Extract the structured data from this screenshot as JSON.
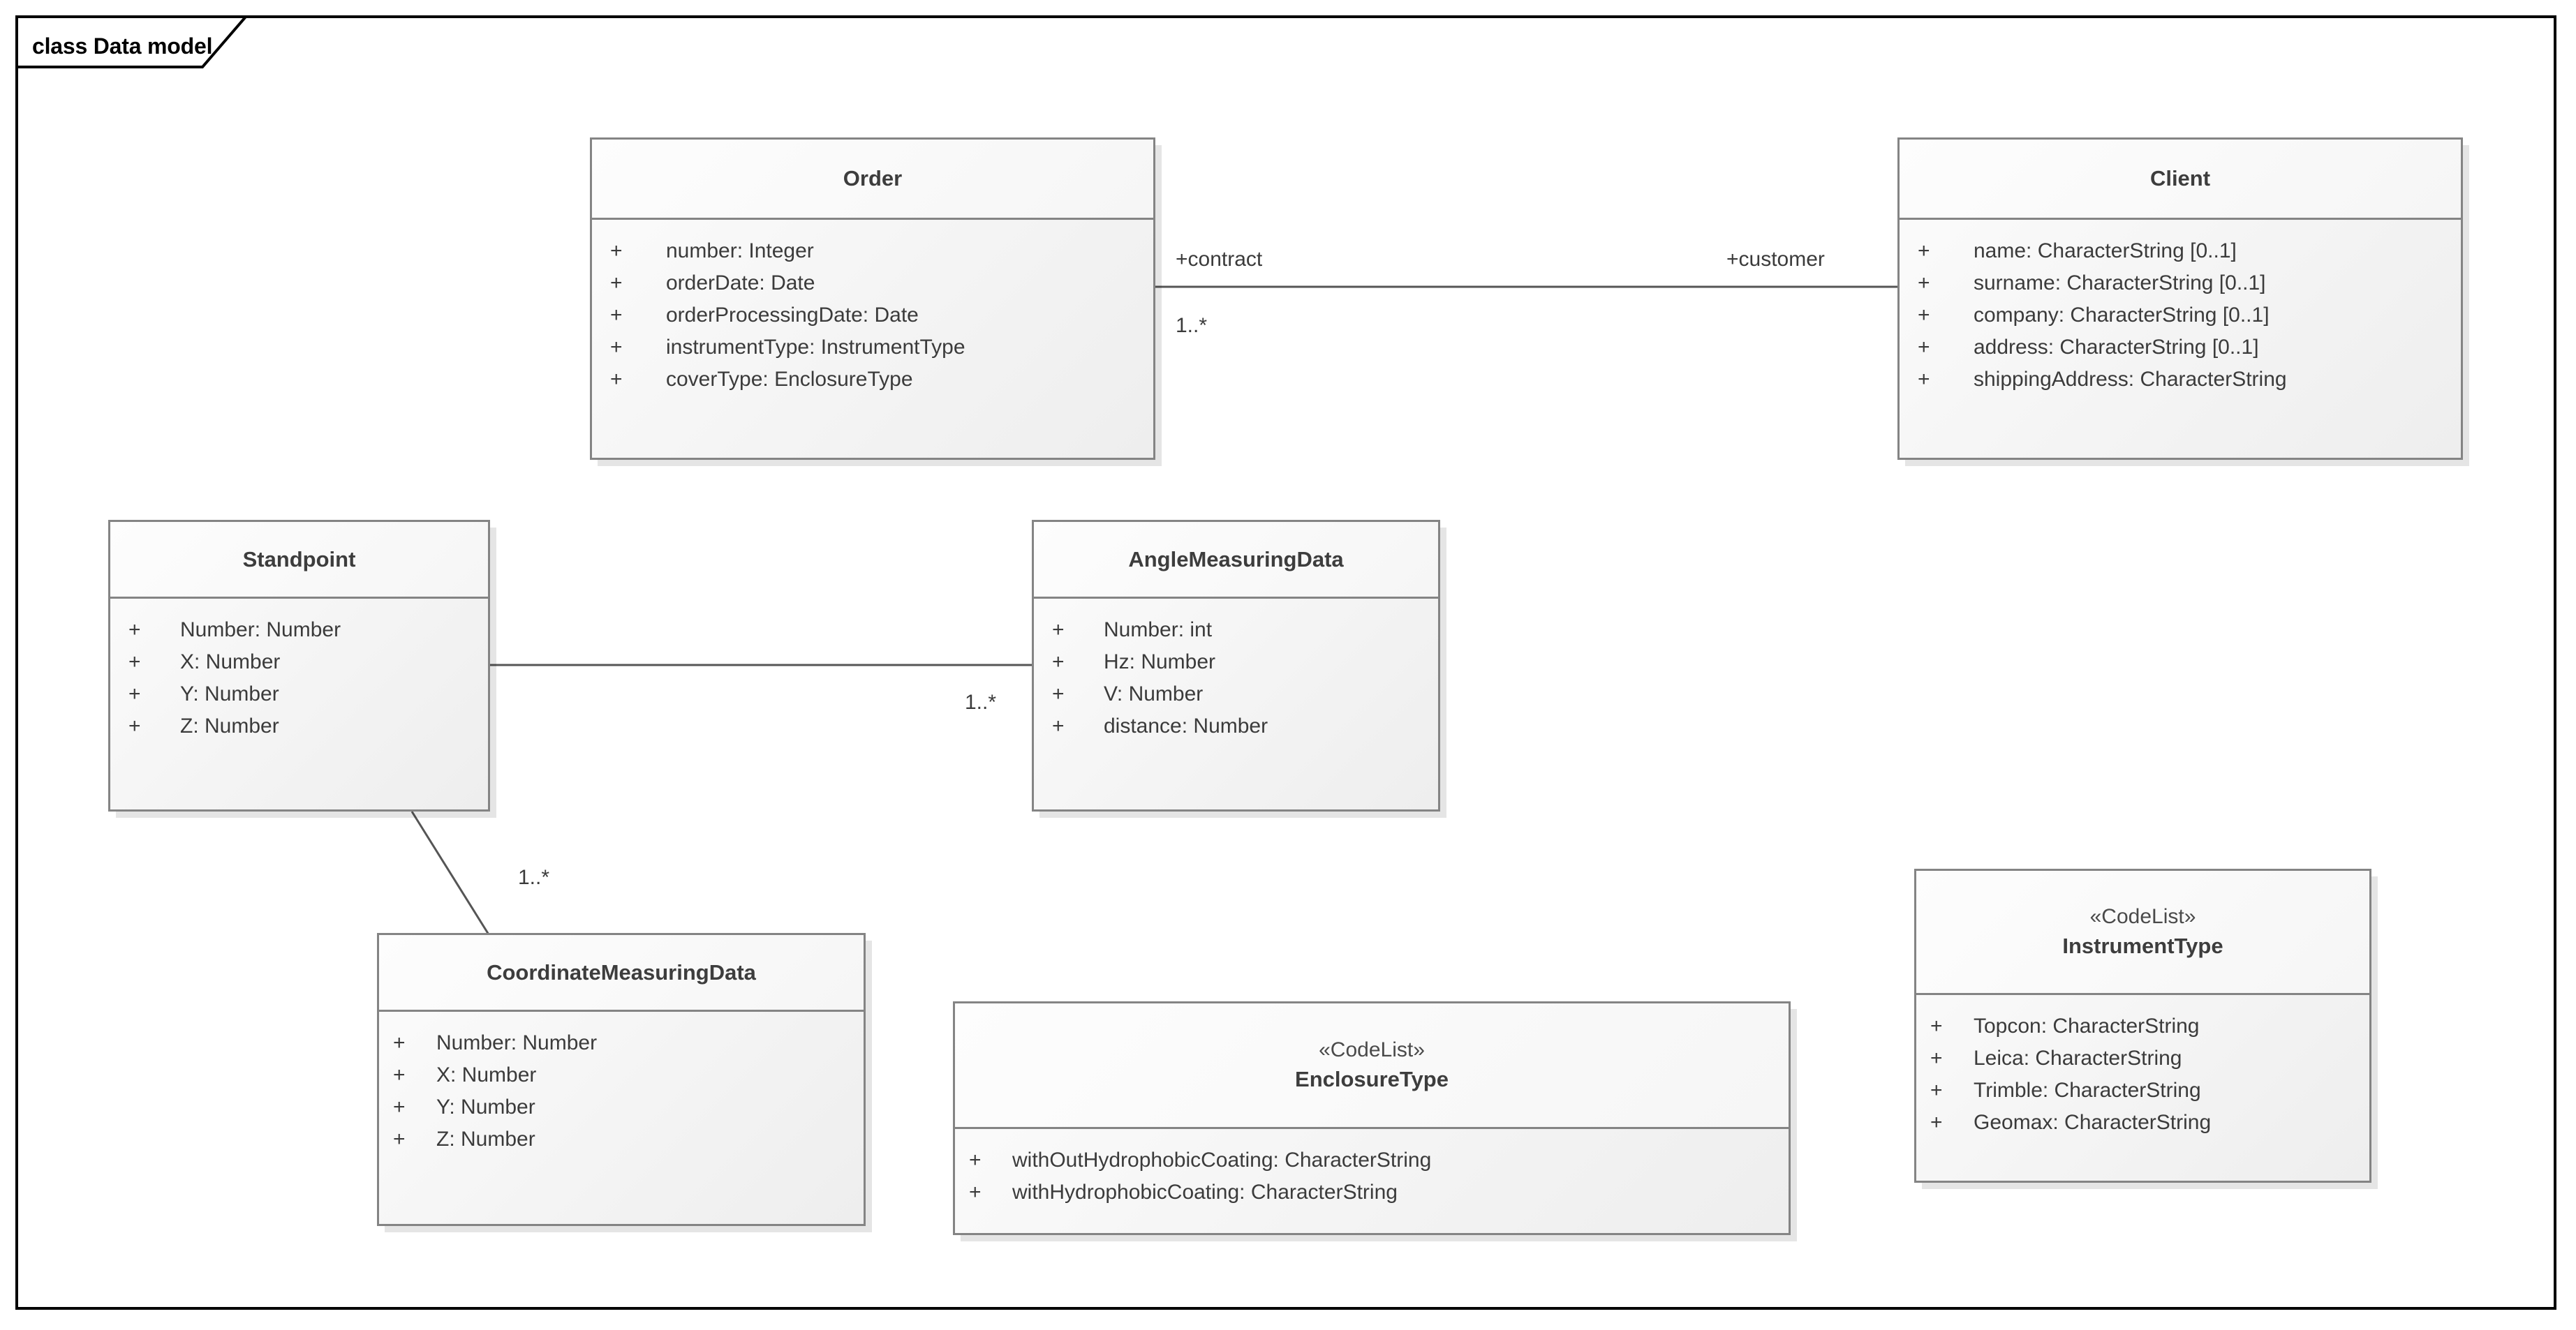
{
  "frame": {
    "label": "class Data model"
  },
  "classes": [
    {
      "id": "order",
      "name": "Order",
      "stereotype": "",
      "attributes": [
        {
          "visibility": "+",
          "text": "number: Integer"
        },
        {
          "visibility": "+",
          "text": "orderDate: Date"
        },
        {
          "visibility": "+",
          "text": "orderProcessingDate: Date"
        },
        {
          "visibility": "+",
          "text": "instrumentType: InstrumentType"
        },
        {
          "visibility": "+",
          "text": "coverType: EnclosureType"
        }
      ]
    },
    {
      "id": "client",
      "name": "Client",
      "stereotype": "",
      "attributes": [
        {
          "visibility": "+",
          "text": "name: CharacterString [0..1]"
        },
        {
          "visibility": "+",
          "text": "surname: CharacterString [0..1]"
        },
        {
          "visibility": "+",
          "text": "company: CharacterString [0..1]"
        },
        {
          "visibility": "+",
          "text": "address: CharacterString [0..1]"
        },
        {
          "visibility": "+",
          "text": "shippingAddress: CharacterString"
        }
      ]
    },
    {
      "id": "standpoint",
      "name": "Standpoint",
      "stereotype": "",
      "attributes": [
        {
          "visibility": "+",
          "text": "Number: Number"
        },
        {
          "visibility": "+",
          "text": "X: Number"
        },
        {
          "visibility": "+",
          "text": "Y: Number"
        },
        {
          "visibility": "+",
          "text": "Z: Number"
        }
      ]
    },
    {
      "id": "angle",
      "name": "AngleMeasuringData",
      "stereotype": "",
      "attributes": [
        {
          "visibility": "+",
          "text": "Number: int"
        },
        {
          "visibility": "+",
          "text": "Hz: Number"
        },
        {
          "visibility": "+",
          "text": "V: Number"
        },
        {
          "visibility": "+",
          "text": "distance: Number"
        }
      ]
    },
    {
      "id": "coordinate",
      "name": "CoordinateMeasuringData",
      "stereotype": "",
      "attributes": [
        {
          "visibility": "+",
          "text": "Number: Number"
        },
        {
          "visibility": "+",
          "text": "X: Number"
        },
        {
          "visibility": "+",
          "text": "Y: Number"
        },
        {
          "visibility": "+",
          "text": "Z: Number"
        }
      ]
    },
    {
      "id": "enclosuretype",
      "name": "EnclosureType",
      "stereotype": "«CodeList»",
      "attributes": [
        {
          "visibility": "+",
          "text": "withOutHydrophobicCoating: CharacterString"
        },
        {
          "visibility": "+",
          "text": "withHydrophobicCoating: CharacterString"
        }
      ]
    },
    {
      "id": "instrumenttype",
      "name": "InstrumentType",
      "stereotype": "«CodeList»",
      "attributes": [
        {
          "visibility": "+",
          "text": "Topcon: CharacterString"
        },
        {
          "visibility": "+",
          "text": "Leica: CharacterString"
        },
        {
          "visibility": "+",
          "text": "Trimble: CharacterString"
        },
        {
          "visibility": "+",
          "text": "Geomax: CharacterString"
        }
      ]
    }
  ],
  "associations": [
    {
      "id": "order-client",
      "source_role": "+contract",
      "target_role": "+customer",
      "source_multiplicity": "1..*",
      "target_multiplicity": ""
    },
    {
      "id": "standpoint-angle",
      "source_role": "",
      "target_role": "",
      "source_multiplicity": "",
      "target_multiplicity": "1..*"
    },
    {
      "id": "standpoint-coordinate",
      "source_role": "",
      "target_role": "",
      "source_multiplicity": "",
      "target_multiplicity": "1..*"
    }
  ],
  "colors": {
    "frame_border": "#000000",
    "class_border": "#848484",
    "class_fill": "#f6f6f6",
    "text": "#3b3b3b",
    "title_text": "#3d3d3d",
    "connector": "#555555"
  }
}
